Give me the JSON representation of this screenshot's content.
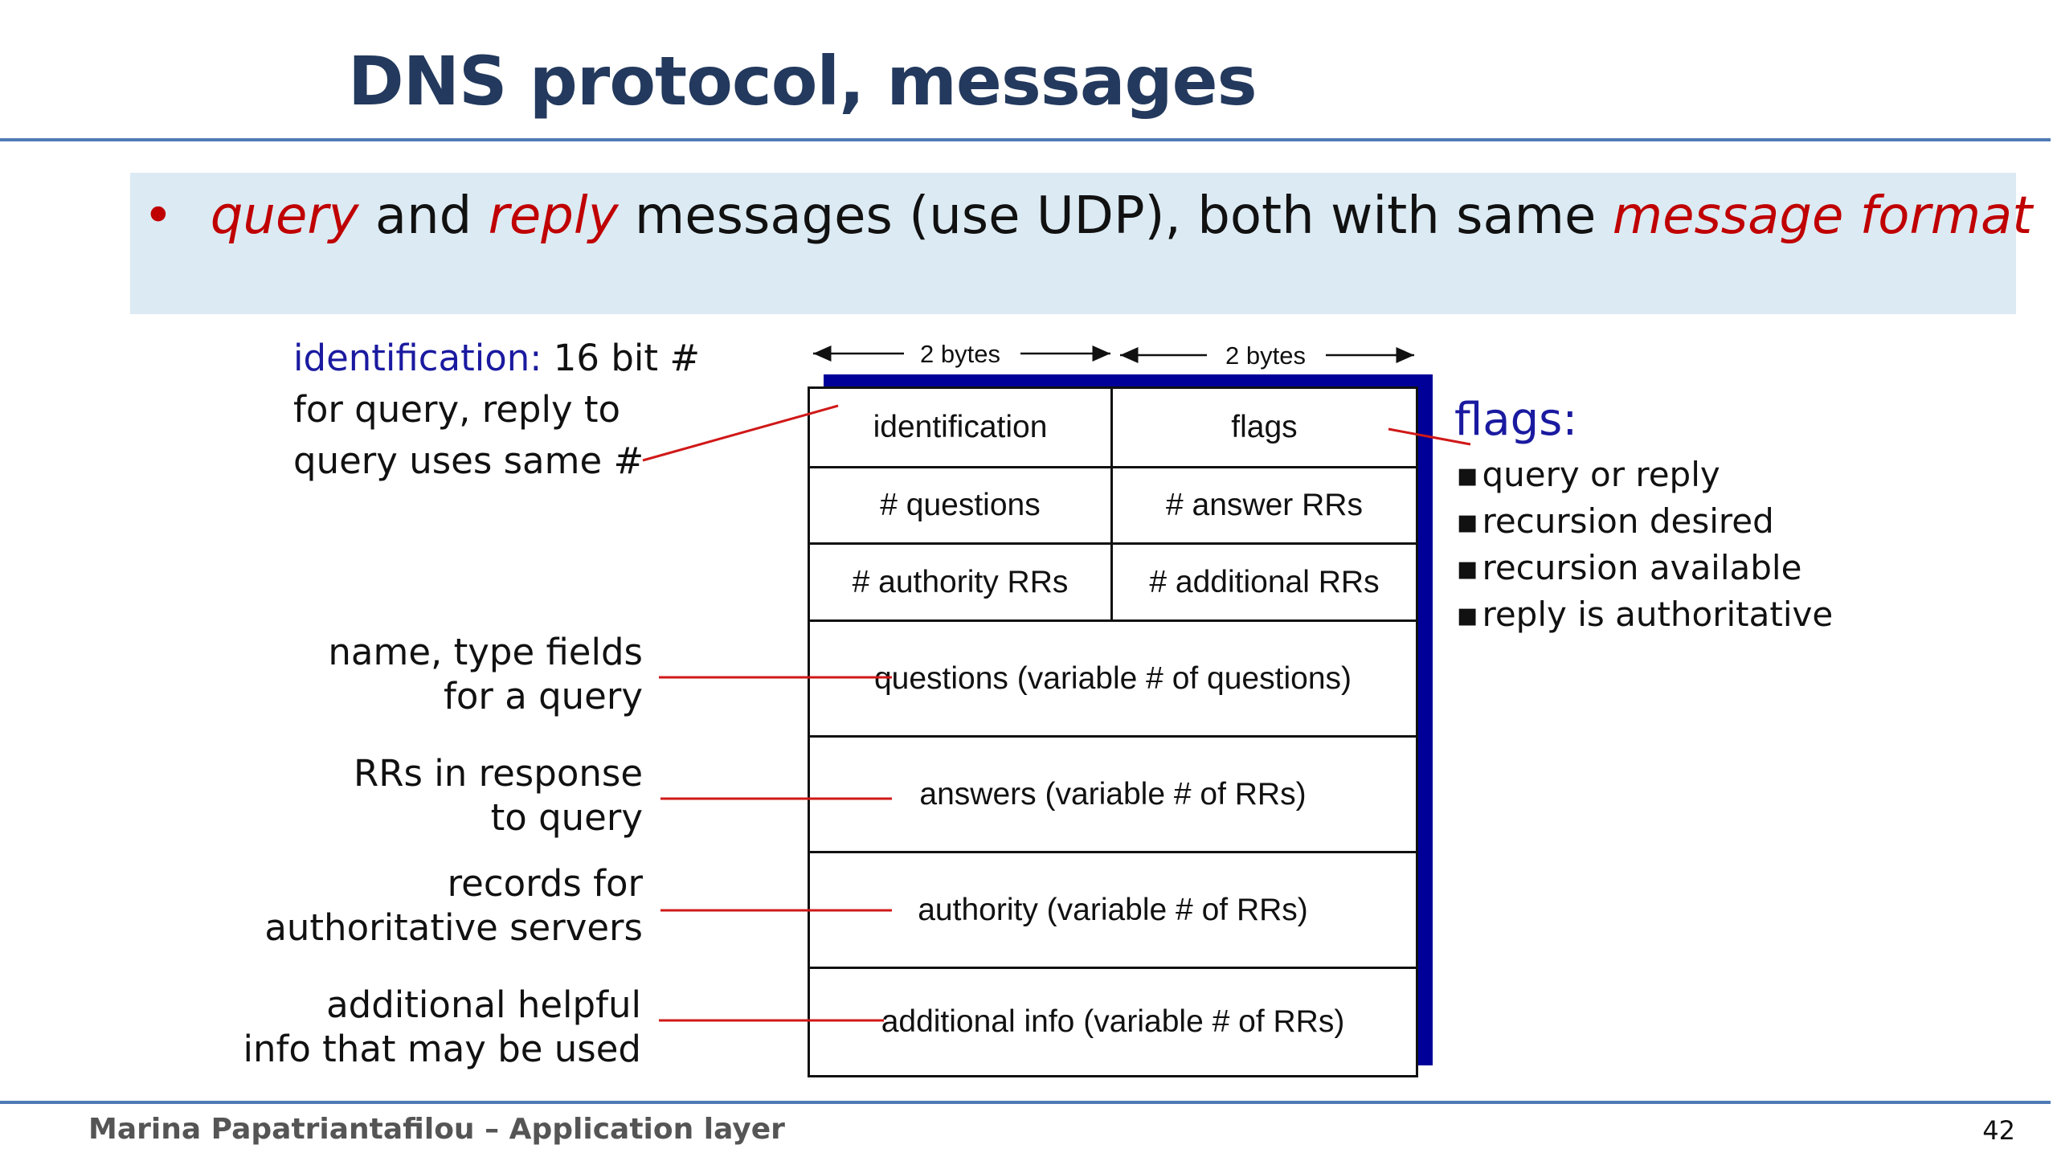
{
  "slide": {
    "title": "DNS protocol, messages",
    "bullet": {
      "parts": [
        "query",
        " and ",
        "reply",
        " messages (use UDP), both with same ",
        "message format"
      ]
    },
    "footer": {
      "author": "Marina Papatriantafilou –  Application layer",
      "page_number": "42"
    }
  },
  "annotations": {
    "identification_head": "identification:",
    "identification_line1_rest": " 16 bit #",
    "identification_line2": "for query, reply to",
    "identification_line3": "query uses same #",
    "name_type_1": "name, type fields",
    "name_type_2": "for a query",
    "rrs_1": "RRs in response",
    "rrs_2": "to query",
    "records_1": "records for",
    "records_2": "authoritative servers",
    "additional_1": "additional helpful",
    "additional_2": "info that may be used"
  },
  "byte_labels": {
    "left": "2 bytes",
    "right": "2 bytes"
  },
  "message_format": {
    "rows": [
      {
        "left": "identification",
        "right": "flags"
      },
      {
        "left": "# questions",
        "right": "# answer RRs"
      },
      {
        "left": "# authority RRs",
        "right": "# additional RRs"
      },
      {
        "full": "questions (variable # of questions)"
      },
      {
        "full": "answers (variable # of RRs)"
      },
      {
        "full": "authority (variable # of RRs)"
      },
      {
        "full": "additional info (variable # of RRs)"
      }
    ]
  },
  "flags": {
    "title": "flags:",
    "items": [
      "query or reply",
      "recursion desired",
      "recursion available",
      "reply is authoritative"
    ]
  },
  "colors": {
    "title": "#23395d",
    "accent_red": "#c00000",
    "flags_blue": "#1a1aa0",
    "box_shadow": "#000099",
    "banner_bg": "#dceaf3",
    "rule": "#4f7ab5"
  }
}
